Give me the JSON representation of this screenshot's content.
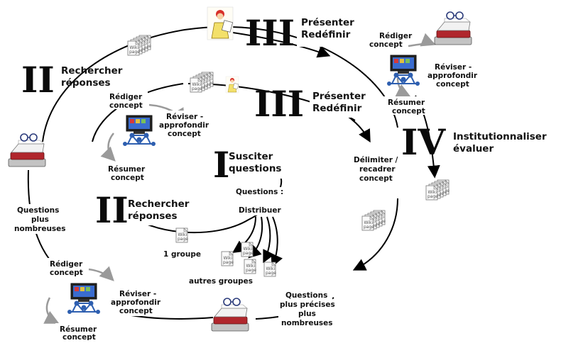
{
  "phases": {
    "rechercher_top": {
      "numeral": "II",
      "line1": "Rechercher",
      "line2": "réponses"
    },
    "presenter_top": {
      "numeral": "III",
      "line1": "Présenter",
      "line2": "Redéfinir"
    },
    "presenter_mid": {
      "numeral": "III",
      "line1": "Présenter",
      "line2": "Redéfinir"
    },
    "institutionnaliser": {
      "numeral": "IV",
      "line1": "Institutionnaliser",
      "line2": "évaluer"
    },
    "susciter": {
      "numeral": "I",
      "line1": "Susciter",
      "line2": "questions"
    },
    "rechercher_inner": {
      "numeral": "II",
      "line1": "Rechercher",
      "line2": "réponses"
    }
  },
  "cycle": {
    "rediger": [
      "Rédiger",
      "concept"
    ],
    "reviser": [
      "Réviser -",
      "approfondir",
      "concept"
    ],
    "resumer": [
      "Résumer",
      "concept"
    ]
  },
  "notes": {
    "questions_colon": "Questions :",
    "distribuer": "Distribuer",
    "un_groupe": "1 groupe",
    "autres_groupes": "autres groupes",
    "delimiter": [
      "Délimiter /",
      "recadrer",
      "concept"
    ],
    "questions_plus": [
      "Questions",
      "plus",
      "nombreuses"
    ],
    "questions_precises": [
      "Questions",
      "plus précises",
      "plus",
      "nombreuses"
    ]
  },
  "wiki": {
    "line1": "Wiki",
    "line2": "page"
  },
  "colors": {
    "arrow": "#000000",
    "cycle_arrow": "#9a9a9a",
    "book_red": "#b0262c",
    "screen_blue": "#2e5fb0"
  }
}
